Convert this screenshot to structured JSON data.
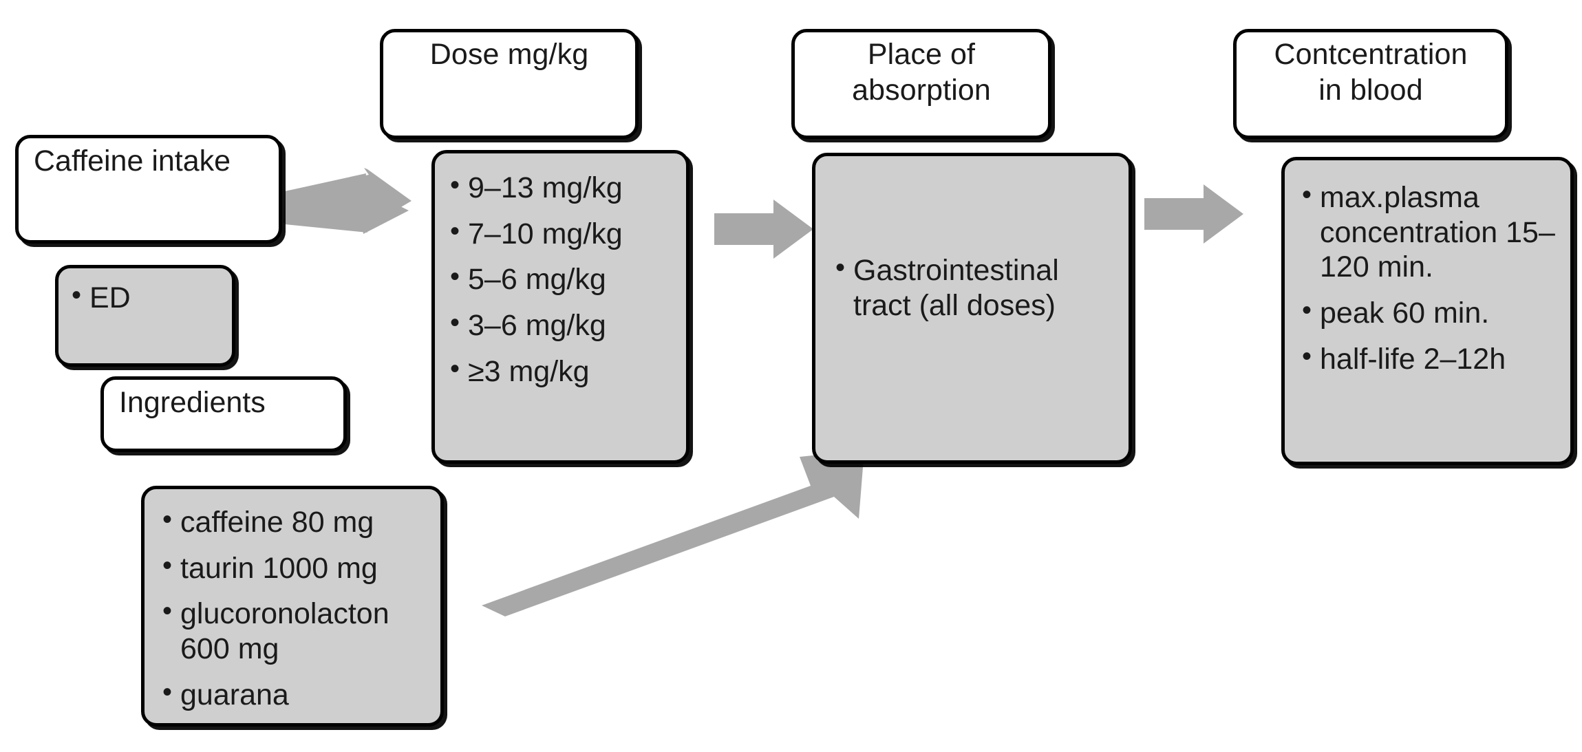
{
  "diagram": {
    "title": "Caffeine intake pharmacokinetics flow",
    "colors": {
      "box_border": "#000000",
      "box_fill_gray": "#cfcfcf",
      "box_fill_white": "#ffffff",
      "arrow_fill": "#a8a8a8",
      "text": "#1a1a1a"
    }
  },
  "stage1": {
    "title_box": {
      "label": "Caffeine intake"
    },
    "product_box": {
      "items": [
        "ED"
      ]
    },
    "ingredients_title_box": {
      "label": "Ingredients"
    },
    "ingredients_box": {
      "items": [
        "caffeine 80 mg",
        "taurin 1000 mg",
        "glucoronolacton 600 mg",
        "guarana"
      ]
    }
  },
  "stage2": {
    "header": "Dose mg/kg",
    "items": [
      "9–13 mg/kg",
      "7–10 mg/kg",
      "5–6 mg/kg",
      "3–6 mg/kg",
      "≥3 mg/kg"
    ]
  },
  "stage3": {
    "header_line1": "Place of",
    "header_line2": "absorption",
    "header": "Place of absorption",
    "items": [
      "Gastrointestinal tract (all doses)"
    ]
  },
  "stage4": {
    "header_line1": "Contcentration",
    "header_line2": "in blood",
    "header": "Contcentration in blood",
    "items": [
      "max.plasma concentration 15–120 min.",
      "peak 60 min.",
      "half-life 2–12h"
    ]
  },
  "arrows": {
    "intake_to_dose": "arrow-intake-to-dose",
    "dose_to_absorption": "arrow-dose-to-absorption",
    "absorption_to_blood": "arrow-absorption-to-blood",
    "ingredients_to_absorption": "arrow-ingredients-to-absorption"
  }
}
